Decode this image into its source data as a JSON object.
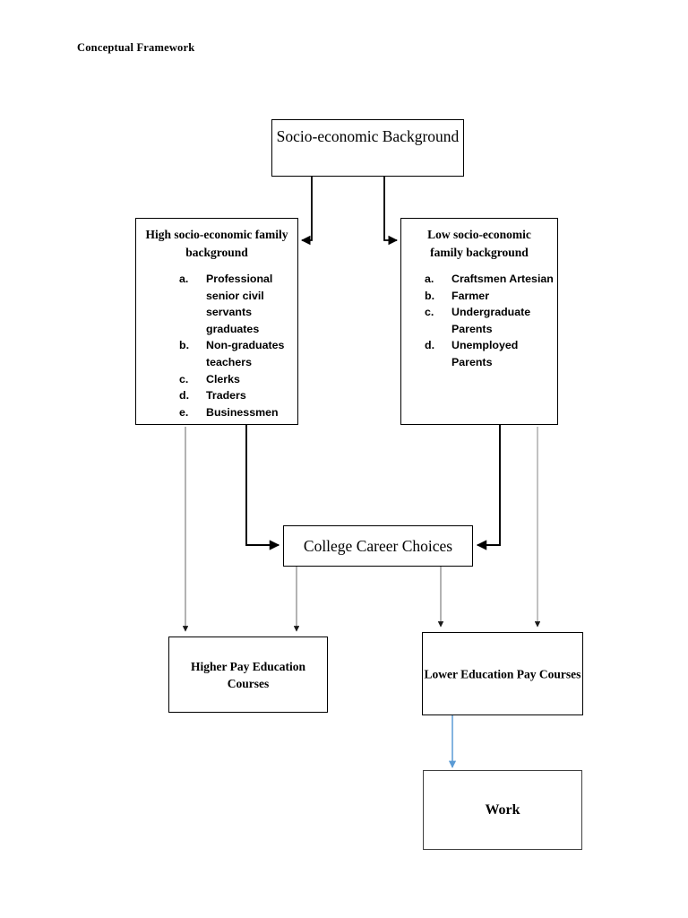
{
  "document": {
    "title": "Conceptual Framework"
  },
  "diagram": {
    "type": "flowchart",
    "root": {
      "label": "Socio-economic Background"
    },
    "branches": [
      {
        "id": "high",
        "heading": "High socio-economic family background",
        "items": [
          {
            "marker": "a.",
            "text": "Professional senior civil servants graduates"
          },
          {
            "marker": "b.",
            "text": "Non-graduates teachers"
          },
          {
            "marker": "c.",
            "text": "Clerks"
          },
          {
            "marker": "d.",
            "text": "Traders"
          },
          {
            "marker": "e.",
            "text": "Businessmen"
          }
        ]
      },
      {
        "id": "low",
        "heading": "Low socio-economic family background",
        "items": [
          {
            "marker": "a.",
            "text": "Craftsmen Artesian"
          },
          {
            "marker": "b.",
            "text": "Farmer"
          },
          {
            "marker": "c.",
            "text": "Undergraduate Parents"
          },
          {
            "marker": "d.",
            "text": "Unemployed Parents"
          }
        ]
      }
    ],
    "middle": {
      "label": "College Career Choices"
    },
    "outcomes": [
      {
        "id": "higher-pay",
        "label": "Higher Pay Education Courses"
      },
      {
        "id": "lower-pay",
        "label": "Lower Education Pay Courses"
      }
    ],
    "terminal": {
      "label": "Work"
    },
    "colors": {
      "box_border": "#000000",
      "work_border": "#404040",
      "connector_black": "#000000",
      "connector_gray": "#808080",
      "connector_blue": "#5B9BD5",
      "page_background": "#FFFFFF",
      "text": "#000000"
    }
  }
}
